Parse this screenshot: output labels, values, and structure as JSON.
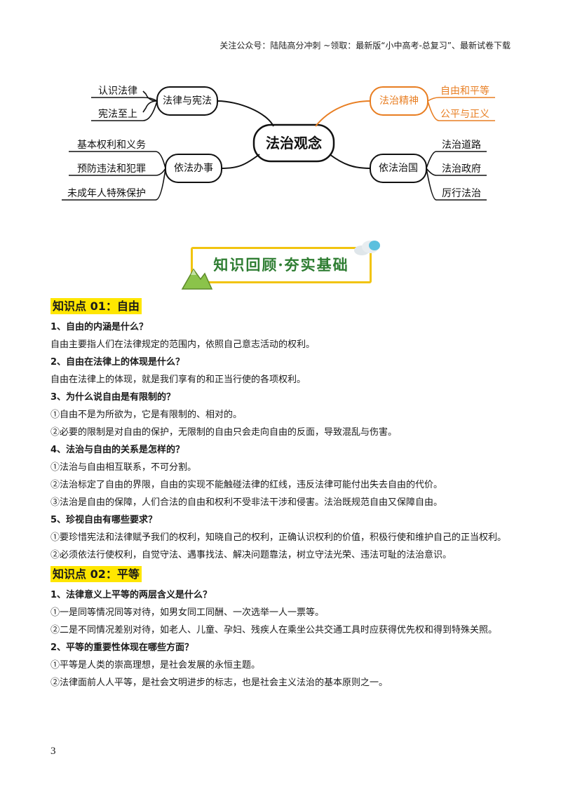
{
  "header": {
    "note": "关注公众号：陆陆高分冲刺 ~领取：最新版“小中高考-总复习”、最新试卷下载"
  },
  "mindmap": {
    "center": "法治观念",
    "branches": {
      "law_constitution": {
        "label": "法律与宪法",
        "leaves": [
          "认识法律",
          "宪法至上"
        ]
      },
      "rule_of_law_spirit": {
        "label": "法治精神",
        "leaves": [
          "自由和平等",
          "公平与正义"
        ]
      },
      "act_by_law": {
        "label": "依法办事",
        "leaves": [
          "基本权利和义务",
          "预防违法和犯罪",
          "未成年人特殊保护"
        ]
      },
      "govern_by_law": {
        "label": "依法治国",
        "leaves": [
          "法治道路",
          "法治政府",
          "厉行法治"
        ]
      }
    },
    "colors": {
      "orange": "#e87e22",
      "black": "#111111"
    }
  },
  "banner": {
    "text": "知识回顾·夯实基础",
    "border_color": "#f1c40f",
    "text_color": "#2e7d32"
  },
  "sections": [
    {
      "title": "知识点 01：自由",
      "items": [
        {
          "q": "1、自由的内涵是什么？",
          "a": [
            "自由主要指人们在法律规定的范围内，依照自己意志活动的权利。"
          ]
        },
        {
          "q": "2、自由在法律上的体现是什么？",
          "a": [
            "自由在法律上的体现，就是我们享有的和正当行使的各项权利。"
          ]
        },
        {
          "q": "3、为什么说自由是有限制的？",
          "a": [
            "①自由不是为所欲为，它是有限制的、相对的。",
            "②必要的限制是对自由的保护，无限制的自由只会走向自由的反面，导致混乱与伤害。"
          ]
        },
        {
          "q": "4、法治与自由的关系是怎样的？",
          "a": [
            "①法治与自由相互联系，不可分割。",
            "②法治标定了自由的界限，自由的实现不能触碰法律的红线，违反法律可能付出失去自由的代价。",
            "③法治是自由的保障，人们合法的自由和权利不受非法干涉和侵害。法治既规范自由又保障自由。"
          ]
        },
        {
          "q": "5、珍视自由有哪些要求？",
          "a": [
            "①要珍惜宪法和法律赋予我们的权利，知晓自己的权利，正确认识权利的价值，积极行使和维护自己的正当权利。",
            "②必须依法行使权利，自觉守法、遇事找法、解决问题靠法，树立守法光荣、违法可耻的法治意识。"
          ]
        }
      ]
    },
    {
      "title": "知识点 02：平等",
      "items": [
        {
          "q": "1、法律意义上平等的两层含义是什么？",
          "a": [
            "①一是同等情况同等对待，如男女同工同酬、一次选举一人一票等。",
            "②二是不同情况差别对待，如老人、儿童、孕妇、残疾人在乘坐公共交通工具时应获得优先权和得到特殊关照。"
          ]
        },
        {
          "q": "2、平等的重要性体现在哪些方面？",
          "a": [
            "①平等是人类的崇高理想，是社会发展的永恒主题。",
            "②法律面前人人平等，是社会文明进步的标志，也是社会主义法治的基本原则之一。"
          ]
        }
      ]
    }
  ],
  "page_number": "3"
}
